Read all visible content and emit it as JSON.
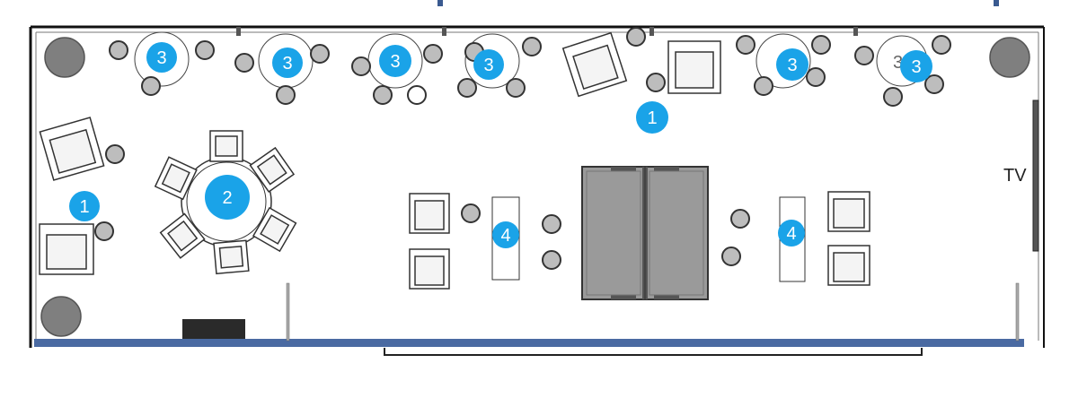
{
  "colors": {
    "badge": "#1aa3e8",
    "wall": "#111111",
    "window_band": "#4a6aa2",
    "stool": "#bdbdbd",
    "pillar": "#7f7f7f",
    "big_table": "#9a9a9a",
    "cabinet": "#2a2a2a"
  },
  "tv_label": "TV",
  "badges": [
    {
      "id": "seating-1-right",
      "label": "1"
    },
    {
      "id": "seating-1-left",
      "label": "1"
    },
    {
      "id": "round-table-2",
      "label": "2"
    },
    {
      "id": "cocktail-3-a",
      "label": "3"
    },
    {
      "id": "cocktail-3-b",
      "label": "3"
    },
    {
      "id": "cocktail-3-c",
      "label": "3"
    },
    {
      "id": "cocktail-3-d",
      "label": "3"
    },
    {
      "id": "cocktail-3-e",
      "label": "3"
    },
    {
      "id": "cocktail-3-f",
      "label": "3"
    },
    {
      "id": "bench-table-4-left",
      "label": "4"
    },
    {
      "id": "bench-table-4-right",
      "label": "4"
    }
  ]
}
